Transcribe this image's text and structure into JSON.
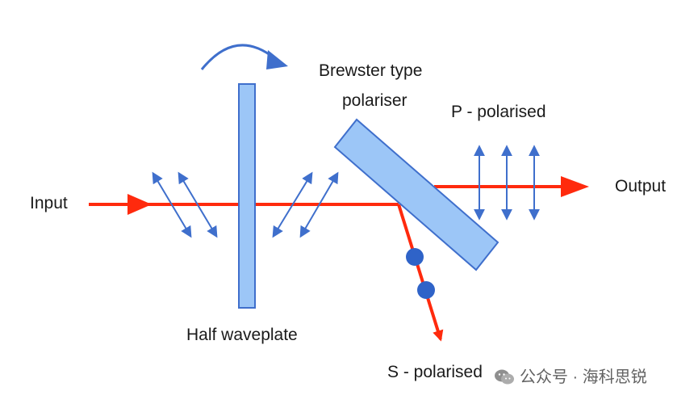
{
  "labels": {
    "input": "Input",
    "output": "Output",
    "half_waveplate": "Half waveplate",
    "polariser_line1": "Brewster type",
    "polariser_line2": "polariser",
    "p_polarised": "P - polarised",
    "s_polarised": "S - polarised"
  },
  "watermark": {
    "text": "公众号 · 海科思锐",
    "icon": "wechat-icon"
  },
  "colors": {
    "beam": "#ff2a0d",
    "polarisation_arrow": "#3f6fcc",
    "optic_fill": "#9cc6f7",
    "optic_stroke": "#3f6fcc",
    "s_dot": "#2f63c8"
  }
}
